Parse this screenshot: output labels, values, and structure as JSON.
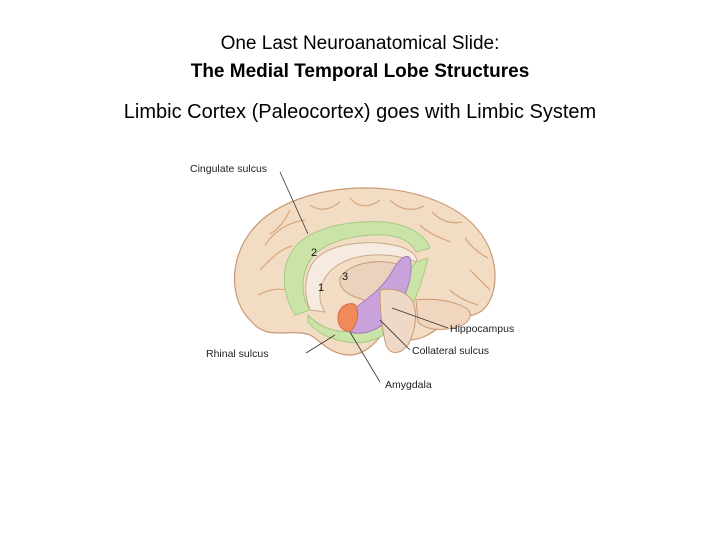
{
  "slide": {
    "title_line1": "One Last Neuroanatomical Slide:",
    "title_line2": "The Medial Temporal Lobe Structures",
    "subtitle": "Limbic Cortex (Paleocortex) goes with Limbic System"
  },
  "figure": {
    "labels": {
      "cingulate_sulcus": "Cingulate sulcus",
      "hippocampus": "Hippocampus",
      "rhinal_sulcus": "Rhinal sulcus",
      "collateral_sulcus": "Collateral sulcus",
      "amygdala": "Amygdala"
    },
    "numbers": {
      "n1": "1",
      "n2": "2",
      "n3": "3"
    },
    "colors": {
      "cortex": "#f3dcc4",
      "gyri_lines": "#d9a880",
      "limbic_green": "#c9e4a6",
      "hippocampus": "#c9a2dc",
      "amygdala": "#f08a5a",
      "brainstem": "#efd8c6"
    }
  }
}
